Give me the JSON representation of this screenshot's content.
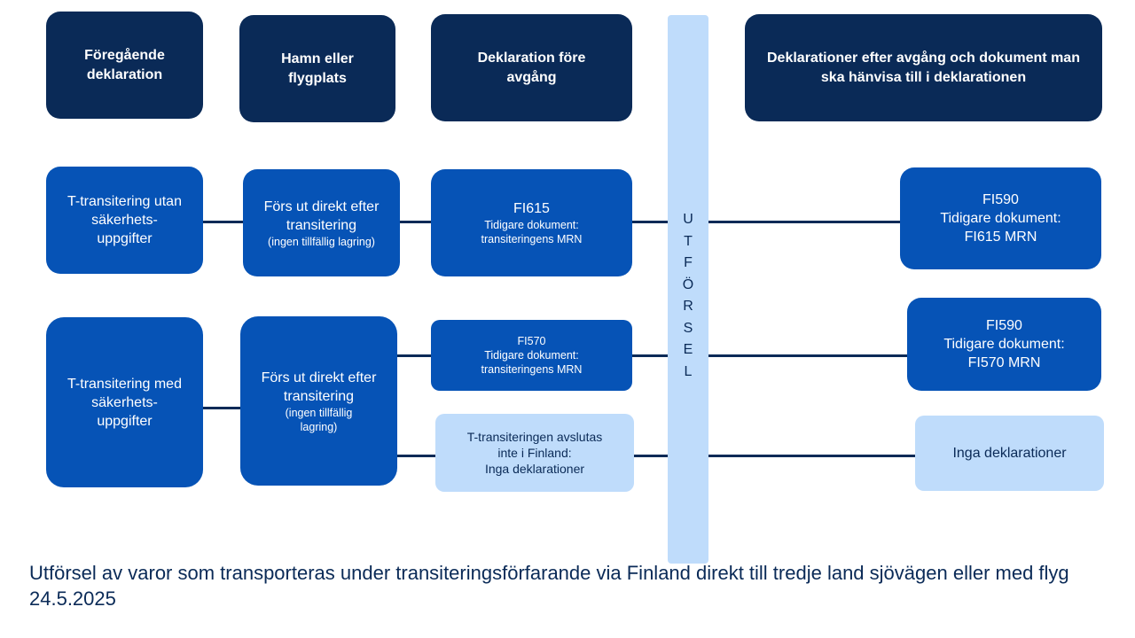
{
  "headers": {
    "col1": "Föregående deklaration",
    "col2": "Hamn eller flygplats",
    "col3": "Deklaration före avgång",
    "col4": "Deklarationer efter avgång och dokument man ska hänvisa till i deklarationen"
  },
  "row1": {
    "prev": "T-transitering utan säkerhets-uppgifter",
    "port_main": "Förs ut direkt efter transitering",
    "port_note": "(ingen tillfällig lagring)",
    "pre_code": "FI615",
    "pre_doc": "Tidigare dokument: transiteringens MRN",
    "post_code": "FI590",
    "post_doc": "Tidigare dokument:",
    "post_ref": "FI615 MRN"
  },
  "row2": {
    "prev": "T-transitering med säkerhets-uppgifter",
    "port_main": "Förs ut direkt efter transitering",
    "port_note": "(ingen tillfällig lagring)",
    "pre_code": "FI570",
    "pre_doc": "Tidigare dokument: transiteringens MRN",
    "post_code": "FI590",
    "post_doc": "Tidigare dokument:",
    "post_ref": "FI570 MRN"
  },
  "row3": {
    "pre_text": "T-transiteringen avslutas\ninte i Finland:\nInga deklarationer",
    "post_text": "Inga deklarationer"
  },
  "bar_letters": [
    "U",
    "T",
    "F",
    "Ö",
    "R",
    "S",
    "E",
    "L"
  ],
  "footer": "Utförsel av varor som transporteras under transiteringsförfarande via Finland direkt till tredje land sjövägen eller med flyg 24.5.2025",
  "colors": {
    "dark_navy": "#0a2a57",
    "medium_blue": "#0653b6",
    "light_blue": "#bfdcfb"
  }
}
